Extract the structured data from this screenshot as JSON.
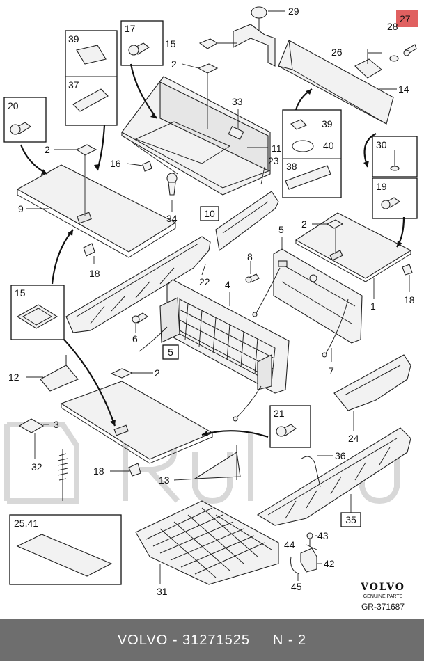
{
  "brand": {
    "name": "VOLVO",
    "tagline": "GENUINE PARTS",
    "diagram_code": "GR-371687"
  },
  "highlight_color": "#e06060",
  "footer": {
    "brand": "VOLVO",
    "separator": " - ",
    "part_number": "31271525",
    "position": "N - 2"
  },
  "labels": {
    "p1": "1",
    "p2a": "2",
    "p2b": "2",
    "p2c": "2",
    "p2d": "2",
    "p3": "3",
    "p4": "4",
    "p5": "5",
    "p6": "6",
    "p7": "7",
    "p8": "8",
    "p9": "9",
    "p11": "11",
    "p12": "12",
    "p13": "13",
    "p14": "14",
    "p15a": "15",
    "p16": "16",
    "p18a": "18",
    "p18b": "18",
    "p18c": "18",
    "p22": "22",
    "p23": "23",
    "p24": "24",
    "p26": "26",
    "p27": "27",
    "p28": "28",
    "p29": "29",
    "p31": "31",
    "p32": "32",
    "p33": "33",
    "p34": "34",
    "p36": "36",
    "p37": "37",
    "p39a": "39",
    "p39b": "39",
    "p40": "40",
    "p38": "38",
    "p42": "42",
    "p43": "43",
    "p44": "44",
    "p45": "45"
  },
  "boxed_labels": {
    "b10": "10",
    "b5": "5",
    "b35": "35"
  },
  "inset_labels": {
    "i17": "17",
    "i20": "20",
    "i15": "15",
    "i21": "21",
    "i30": "30",
    "i19": "19",
    "i2541": "25,41"
  }
}
